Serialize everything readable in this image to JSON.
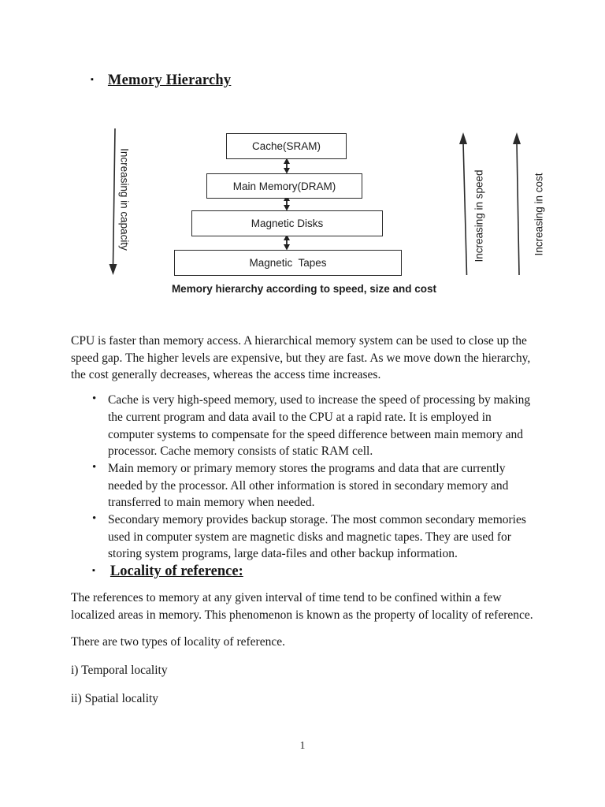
{
  "title": {
    "bullet": "▪",
    "text": "Memory Hierarchy"
  },
  "diagram": {
    "boxes": [
      {
        "label": "Cache(SRAM)"
      },
      {
        "label": "Main Memory(DRAM)"
      },
      {
        "label": "Magnetic Disks"
      },
      {
        "label": "Magnetic  Tapes"
      }
    ],
    "capacity_axis": "Increasing in capacity",
    "speed_axis": "Increasing in speed",
    "cost_axis": "Increasing in cost",
    "caption": "Memory hierarchy according to speed, size and cost"
  },
  "body": {
    "intro": "CPU is faster than memory access. A hierarchical memory system can be used to close up the speed gap. The higher levels are expensive, but they are fast. As we move down the hierarchy, the cost generally decreases, whereas the access time increases.",
    "list_marker": "•",
    "bullets": [
      {
        "text": "Cache is very high-speed memory, used to increase the speed of processing by making the current program and data avail to the CPU at a rapid rate. It is employed in computer systems to compensate for the speed difference between main memory and processor. Cache memory consists of static RAM cell."
      },
      {
        "text": "Main memory or primary memory stores the programs and data that are currently needed by the processor. All other information is stored in secondary memory and transferred to main memory when needed."
      },
      {
        "text": "Secondary memory provides backup storage. The most common secondary memories used in computer system are magnetic disks and magnetic tapes. They are used for storing system programs, large data-files and other backup information."
      }
    ],
    "heading2": {
      "bullet": "▪",
      "text": "Locality of reference:"
    },
    "locality_para": "The references to memory at any given interval of time tend to be confined within a few localized areas in memory. This phenomenon is known as the property of locality of reference.",
    "types_line": "There are two types of locality of reference.",
    "type_i": "i) Temporal locality",
    "type_ii": "ii) Spatial locality"
  },
  "footer": {
    "page_number": "1"
  }
}
